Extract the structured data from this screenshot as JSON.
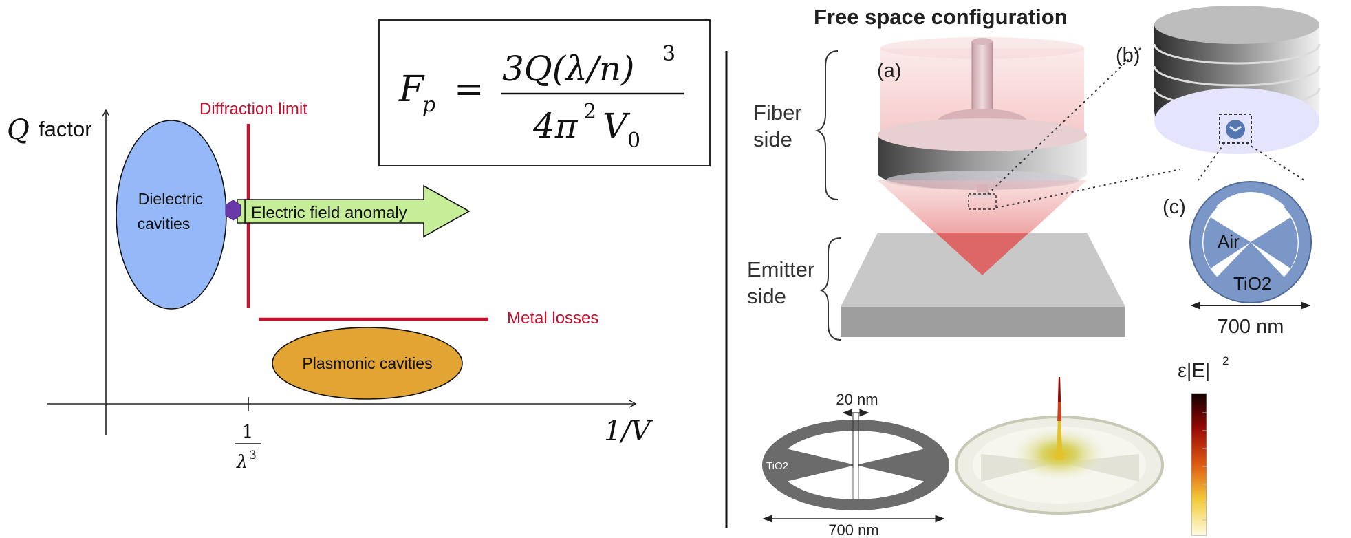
{
  "colors": {
    "red": "#c8102e",
    "dielectric_fill": "#95b8f8",
    "plasmonic_fill": "#e2a433",
    "arrow_fill": "#c6ee98",
    "anomaly_marker": "#6a38a8",
    "tio2_blue": "#7b97c8",
    "tio2_gray": "#6b6b6b"
  },
  "left": {
    "formula": {
      "lhs": "F",
      "lhs_sub": "p",
      "equals": "=",
      "numerator": "3Q(λ/n)",
      "numerator_sup": "3",
      "denominator": "4π",
      "denominator_sup": "2",
      "denominator_tail": "V",
      "denominator_sub": "0"
    },
    "y_axis_symbol": "Q",
    "y_axis_word": "factor",
    "x_axis_label": "1/V",
    "x_tick_numerator": "1",
    "x_tick_denominator": "λ",
    "x_tick_denominator_sup": "3",
    "diffraction_limit": "Diffraction limit",
    "metal_losses": "Metal losses",
    "dielectric_line1": "Dielectric",
    "dielectric_line2": "cavities",
    "plasmonic": "Plasmonic cavities",
    "anomaly": "Electric field anomaly"
  },
  "right": {
    "title": "Free space configuration",
    "fiber_side_1": "Fiber",
    "fiber_side_2": "side",
    "emitter_side_1": "Emitter",
    "emitter_side_2": "side",
    "label_a": "(a)",
    "label_b": "(b)",
    "label_c": "(c)",
    "air": "Air",
    "tio2_c": "TiO2",
    "dim_c": "700 nm",
    "gap": "20 nm",
    "tio2_small": "TiO2",
    "dim_bottom": "700 nm",
    "colorbar_label": "ε|E|",
    "colorbar_sup": "2"
  }
}
